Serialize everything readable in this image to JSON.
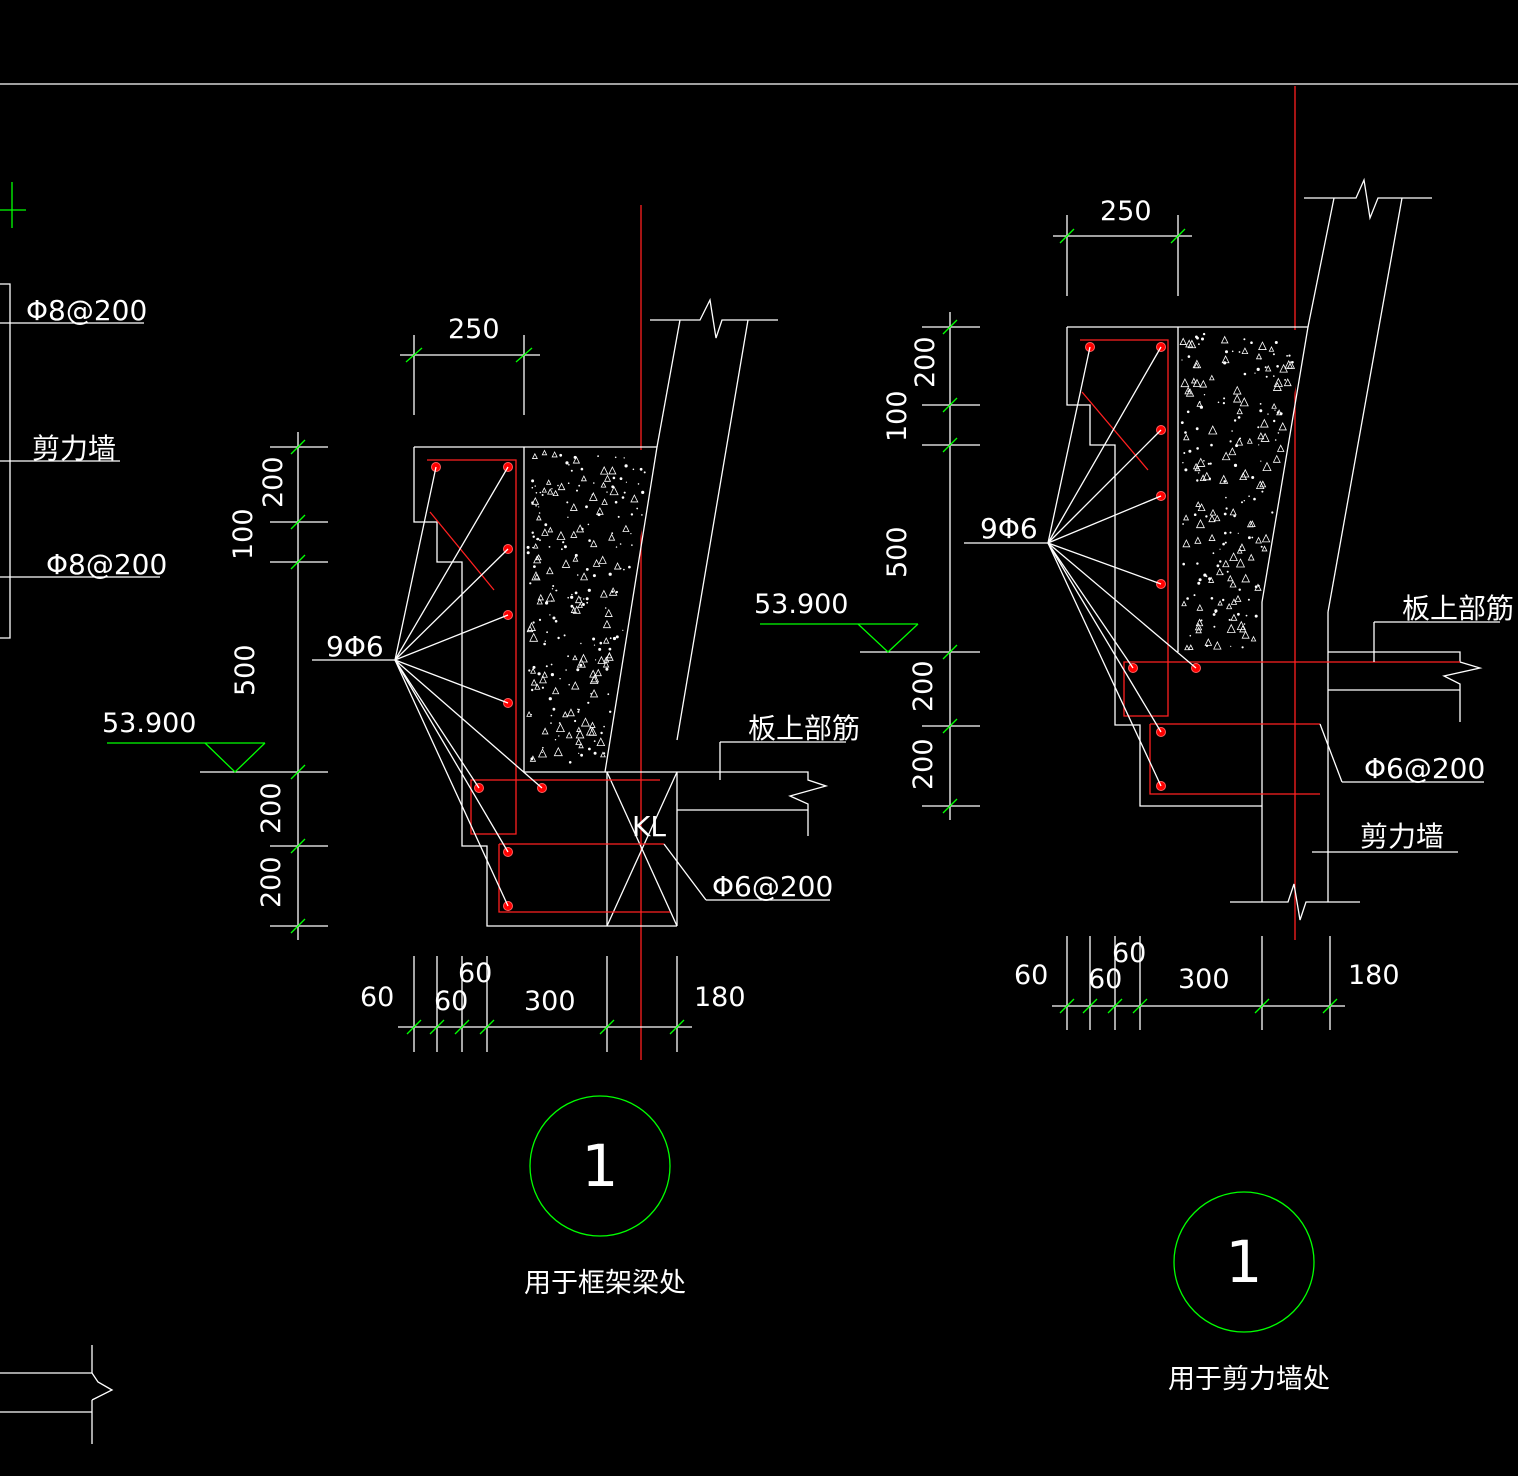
{
  "colors": {
    "background": "#000000",
    "line": "#ffffff",
    "rebar": "#ff0000",
    "axis": "#ff2020",
    "dimension_tick": "#00ff00",
    "callout_circle": "#00ff00"
  },
  "left_edge": {
    "label_rebar_top": "Φ8@200",
    "label_wall": "剪力墙",
    "label_rebar_bottom": "Φ8@200"
  },
  "detail_a": {
    "width_dim": "250",
    "vertical_dims": [
      "200",
      "100",
      "500",
      "200",
      "200"
    ],
    "elevation": "53.900",
    "rebar_label": "9Φ6",
    "slab_rebar_label": "板上部筋",
    "beam_label": "KL",
    "stirrup_label": "Φ6@200",
    "bottom_dims": [
      "60",
      "60",
      "60",
      "300",
      "180"
    ],
    "callout_number": "1",
    "caption": "用于框架梁处"
  },
  "detail_b": {
    "width_dim": "250",
    "vertical_dims": [
      "200",
      "100",
      "500",
      "200",
      "200"
    ],
    "elevation": "53.900",
    "rebar_label": "9Φ6",
    "slab_rebar_label": "板上部筋",
    "stirrup_label": "Φ6@200",
    "wall_label": "剪力墙",
    "bottom_dims": [
      "60",
      "60",
      "60",
      "300",
      "180"
    ],
    "callout_number": "1",
    "caption": "用于剪力墙处"
  }
}
